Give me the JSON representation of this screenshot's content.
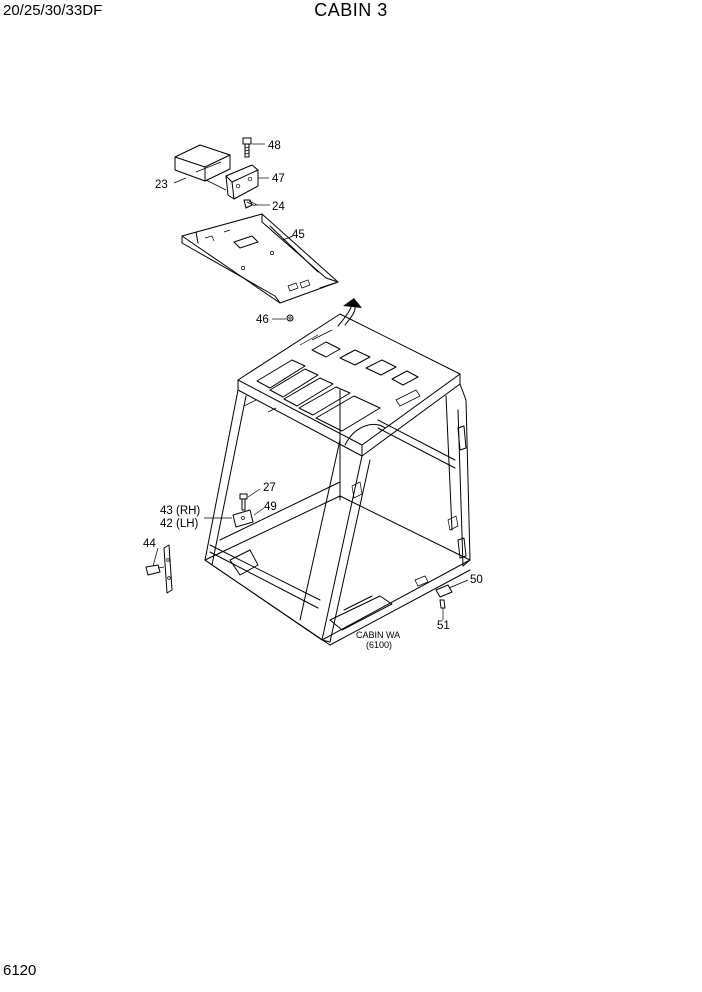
{
  "header": {
    "model": "20/25/30/33DF",
    "title": "CABIN 3"
  },
  "footer": {
    "page_number": "6120"
  },
  "callouts": {
    "c48": "48",
    "c47": "47",
    "c23": "23",
    "c24": "24",
    "c45": "45",
    "c46": "46",
    "c27": "27",
    "c43": "43 (RH)",
    "c42": "42 (LH)",
    "c49": "49",
    "c44": "44",
    "c50": "50",
    "c51": "51"
  },
  "reference": {
    "label": "CABIN WA",
    "code": "(6100)"
  }
}
